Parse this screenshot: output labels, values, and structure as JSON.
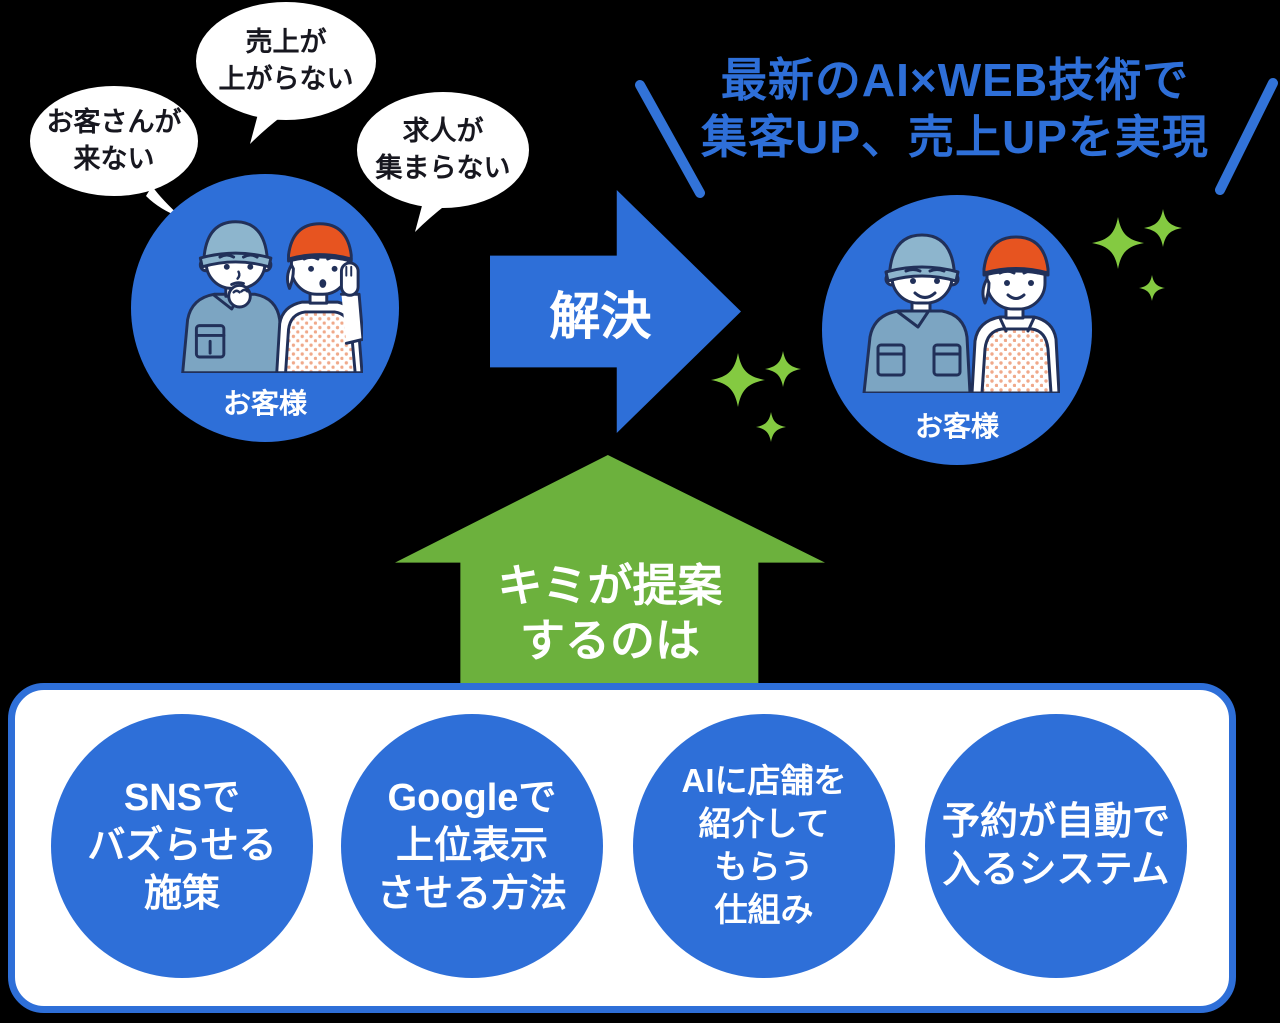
{
  "colors": {
    "blue": "#2e6fd8",
    "green": "#6cb13d",
    "sparkle": "#84ca41",
    "ink": "#17171f",
    "outline": "#213059",
    "man-cap": "#8db5cd",
    "man-shirt": "#7ca5c2",
    "woman-cap": "#e75420",
    "apron-dot": "#f0a98a"
  },
  "bubbles": {
    "no_customers": {
      "line1": "お客さんが",
      "line2": "来ない"
    },
    "no_sales": {
      "line1": "売上が",
      "line2": "上がらない"
    },
    "no_recruits": {
      "line1": "求人が",
      "line2": "集まらない"
    }
  },
  "before_circle": {
    "label": "お客様"
  },
  "after_circle": {
    "label": "お客様"
  },
  "solve_arrow": {
    "label": "解決"
  },
  "headline": {
    "line1": "最新のAI×WEB技術で",
    "line2": "集客UP、売上UPを実現"
  },
  "proposal_arrow": {
    "line1": "キミが提案",
    "line2": "するのは"
  },
  "solutions": [
    {
      "line1": "SNSで",
      "line2": "バズらせる",
      "line3": "施策"
    },
    {
      "line1": "Googleで",
      "line2": "上位表示",
      "line3": "させる方法"
    },
    {
      "line1": "AIに店舗を",
      "line2": "紹介して",
      "line3": "もらう",
      "line4": "仕組み"
    },
    {
      "line1": "予約が自動で",
      "line2": "入るシステム"
    }
  ]
}
